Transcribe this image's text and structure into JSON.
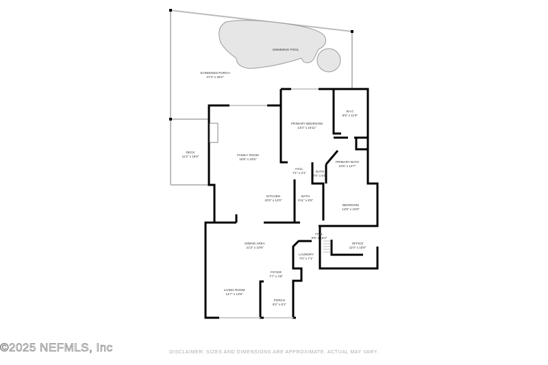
{
  "rooms": [
    {
      "id": "swimming-pool",
      "name": "SWIMMING POOL",
      "dims": ""
    },
    {
      "id": "screened-porch",
      "name": "SCREENED PORCH",
      "dims": "47'3\" x 28'3\""
    },
    {
      "id": "deck",
      "name": "DECK",
      "dims": "11'2\" x 16'8\""
    },
    {
      "id": "family-room",
      "name": "FAMILY ROOM",
      "dims": "18'8\" x 18'5\""
    },
    {
      "id": "primary-bedroom",
      "name": "PRIMARY BEDROOM",
      "dims": "13'3\" x 16'11\""
    },
    {
      "id": "wic",
      "name": "W.I.C",
      "dims": "8'8\" x 11'8\""
    },
    {
      "id": "primary-bath",
      "name": "PRIMARY BATH",
      "dims": "10'5\" x 12'7\""
    },
    {
      "id": "hall-1",
      "name": "HALL",
      "dims": "7'1\" x 3'1\""
    },
    {
      "id": "bath-1",
      "name": "BATH",
      "dims": "7'0\" x 5'5\""
    },
    {
      "id": "kitchen",
      "name": "KITCHEN",
      "dims": "20'3\" x 12'0\""
    },
    {
      "id": "bath-2",
      "name": "BATH",
      "dims": "4'11\" x 8'5\""
    },
    {
      "id": "bedroom",
      "name": "BEDROOM",
      "dims": "13'8\" x 10'8\""
    },
    {
      "id": "hall-2",
      "name": "HALL",
      "dims": "9'5\" x 15'2\""
    },
    {
      "id": "office",
      "name": "OFFICE",
      "dims": "11'0\" x 10'8\""
    },
    {
      "id": "dining-area",
      "name": "DINING AREA",
      "dims": "21'3\" x 10'8\""
    },
    {
      "id": "laundry",
      "name": "LAUNDRY",
      "dims": "7'0\" x 7'1\""
    },
    {
      "id": "foyer",
      "name": "FOYER",
      "dims": "7'7\" x 4'8\""
    },
    {
      "id": "living-room",
      "name": "LIVING ROOM",
      "dims": "14'7\" x 13'8\""
    },
    {
      "id": "porch",
      "name": "PORCH",
      "dims": "8'2\" x 8'1\""
    }
  ],
  "footer": {
    "copyright": "©2025 NEFMLS, Inc",
    "disclaimer": "DISCLAIMER: SIZES AND DIMENSIONS ARE APPROXIMATE. ACTUAL MAY VARY."
  },
  "colors": {
    "wall": "#000000",
    "pool": "#e6e6e6",
    "screen": "#cccccc"
  }
}
